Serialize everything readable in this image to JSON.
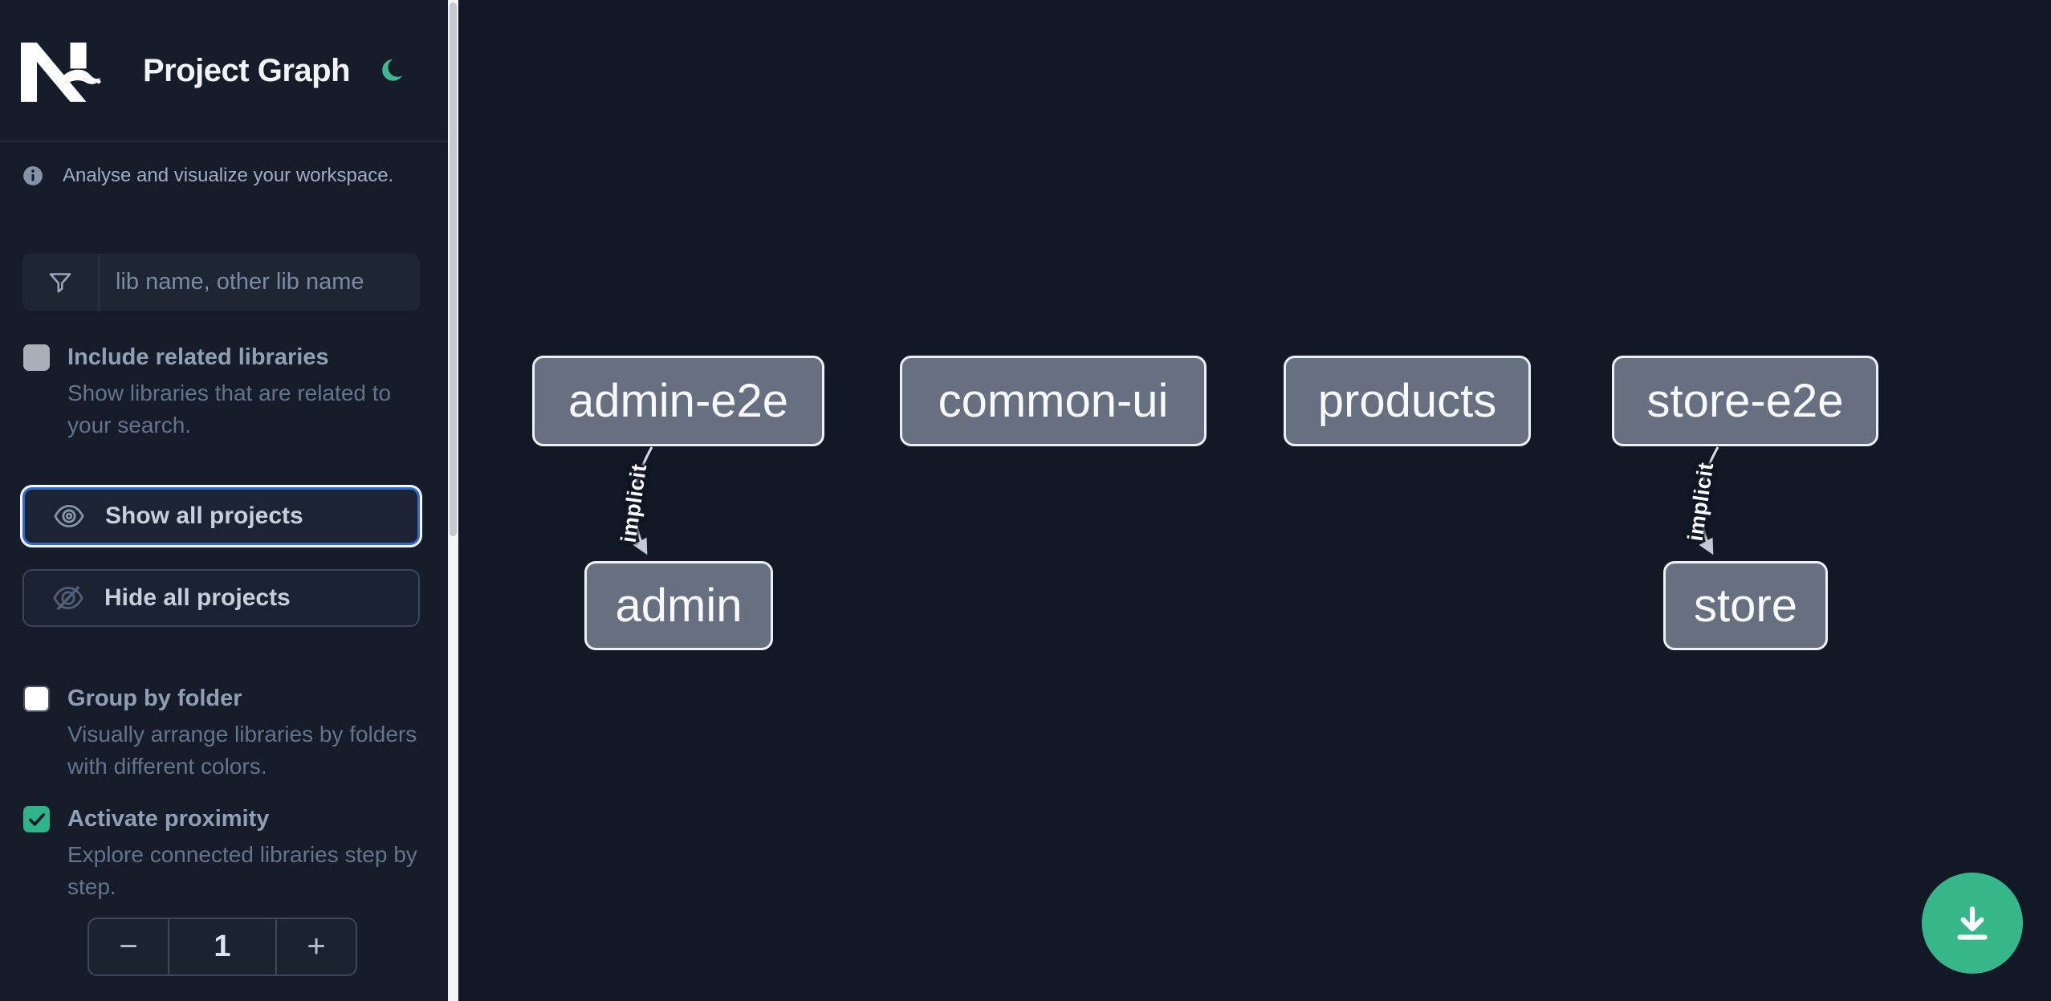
{
  "header": {
    "title": "Project Graph",
    "logo": "nx-logo",
    "theme_toggle_icon": "moon-icon"
  },
  "sidebar": {
    "tagline": "Analyse and visualize your workspace.",
    "filter": {
      "placeholder": "lib name, other lib name",
      "value": ""
    },
    "include_related": {
      "label": "Include related libraries",
      "description": "Show libraries that are related to your search.",
      "checked": false
    },
    "show_all_label": "Show all projects",
    "hide_all_label": "Hide all projects",
    "group_by_folder": {
      "label": "Group by folder",
      "description": "Visually arrange libraries by folders with different colors.",
      "checked": false
    },
    "proximity": {
      "label": "Activate proximity",
      "description": "Explore connected libraries step by step.",
      "checked": true
    },
    "stepper": {
      "decrement": "−",
      "value": "1",
      "increment": "+"
    }
  },
  "graph": {
    "nodes": [
      {
        "label": "admin-e2e"
      },
      {
        "label": "common-ui"
      },
      {
        "label": "products"
      },
      {
        "label": "store-e2e"
      },
      {
        "label": "admin"
      },
      {
        "label": "store"
      }
    ],
    "edges": [
      {
        "from": "admin-e2e",
        "to": "admin",
        "label": "implicit",
        "type": "implicit"
      },
      {
        "from": "store-e2e",
        "to": "store",
        "label": "implicit",
        "type": "implicit"
      }
    ]
  },
  "fab": {
    "icon": "download-icon"
  },
  "colors": {
    "accent_teal": "#36b78a",
    "focus_blue": "#2e6ad8",
    "node_fill": "#667080",
    "node_border": "#edf1f6",
    "edge": "#d6dce5",
    "sidebar_bg": "#161c29",
    "canvas_bg": "#131826",
    "checkbox_checked": "#2eb486"
  }
}
